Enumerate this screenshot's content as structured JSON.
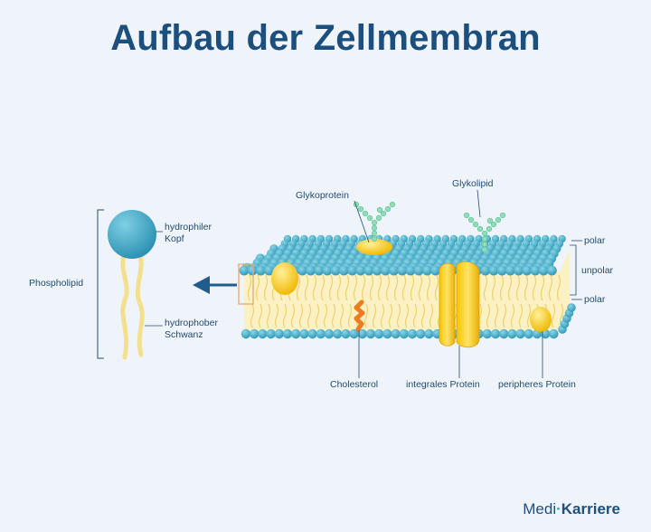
{
  "title": "Aufbau der Zellmembran",
  "labels": {
    "phospholipid": "Phospholipid",
    "hydrophilic_head": "hydrophiler\nKopf",
    "hydrophobic_tail": "hydrophober\nSchwanz",
    "glycoprotein": "Glykoprotein",
    "glycolipid": "Glykolipid",
    "polar_top": "polar",
    "nonpolar": "unpolar",
    "polar_bottom": "polar",
    "cholesterol": "Cholesterol",
    "integral_protein": "integrales Protein",
    "peripheral_protein": "peripheres Protein"
  },
  "brand": {
    "part1": "Medi",
    "separator": "·",
    "part2": "Karriere"
  },
  "colors": {
    "title": "#1c4f7e",
    "head": "#3aa7c3",
    "tail": "#f4df8e",
    "protein": "#f5c400",
    "cholesterol": "#f07a1e",
    "sugar": "#8fdcb8",
    "arrow": "#1f5d8c",
    "bracket": "#e8a870"
  }
}
